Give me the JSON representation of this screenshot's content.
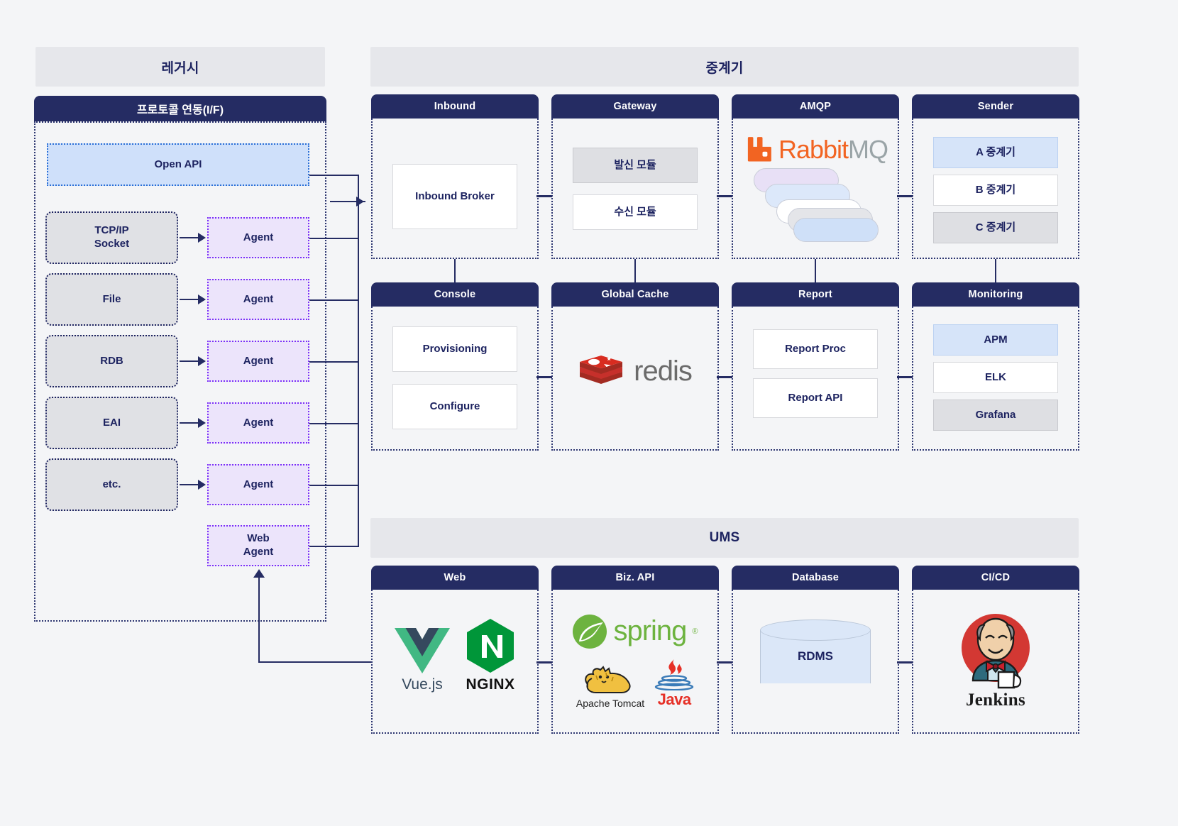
{
  "groups": {
    "legacy": {
      "title": "레거시"
    },
    "broker": {
      "title": "중계기"
    },
    "ums": {
      "title": "UMS"
    }
  },
  "legacy": {
    "interface_header": "프로토콜 연동(I/F)",
    "open_api": "Open API",
    "sources": [
      {
        "label": "TCP/IP\nSocket",
        "agent": "Agent"
      },
      {
        "label": "File",
        "agent": "Agent"
      },
      {
        "label": "RDB",
        "agent": "Agent"
      },
      {
        "label": "EAI",
        "agent": "Agent"
      },
      {
        "label": "etc.",
        "agent": "Agent"
      }
    ],
    "web_agent": "Web\nAgent"
  },
  "broker": {
    "inbound": {
      "title": "Inbound",
      "items": [
        "Inbound Broker"
      ]
    },
    "gateway": {
      "title": "Gateway",
      "items": [
        "발신 모듈",
        "수신 모듈"
      ]
    },
    "amqp": {
      "title": "AMQP",
      "logo": "rabbitmq-logo",
      "logo_text_primary": "Rabbit",
      "logo_text_secondary": "MQ"
    },
    "sender": {
      "title": "Sender",
      "items": [
        "A 중계기",
        "B 중계기",
        "C 중계기"
      ]
    },
    "console": {
      "title": "Console",
      "items": [
        "Provisioning",
        "Configure"
      ]
    },
    "global_cache": {
      "title": "Global Cache",
      "logo": "redis-logo",
      "logo_text": "redis"
    },
    "report": {
      "title": "Report",
      "items": [
        "Report Proc",
        "Report API"
      ]
    },
    "monitoring": {
      "title": "Monitoring",
      "items": [
        "APM",
        "ELK",
        "Grafana"
      ]
    }
  },
  "ums": {
    "web": {
      "title": "Web",
      "logos": [
        "vue-logo",
        "nginx-logo"
      ],
      "labels": [
        "Vue.js",
        "NGINX"
      ]
    },
    "biz_api": {
      "title": "Biz. API",
      "logos": [
        "spring-logo",
        "tomcat-logo",
        "java-logo"
      ],
      "labels": [
        "spring",
        "Apache Tomcat",
        "Java"
      ]
    },
    "database": {
      "title": "Database",
      "node": "RDMS"
    },
    "cicd": {
      "title": "CI/CD",
      "logo": "jenkins-logo",
      "label": "Jenkins"
    }
  },
  "colors": {
    "navy": "#252c63",
    "panel_bg": "#f4f5f7",
    "banner_bg": "#e6e7eb",
    "accent_blue": "#d6e4f9",
    "accent_violet": "#ece4fb",
    "accent_grey": "#dedfe3",
    "rabbitmq_orange": "#f26422",
    "redis_red": "#d82c20",
    "spring_green": "#6db33f",
    "nginx_green": "#009639",
    "vue_green": "#41b883",
    "java_red": "#e63027",
    "jenkins_red": "#d33833"
  }
}
